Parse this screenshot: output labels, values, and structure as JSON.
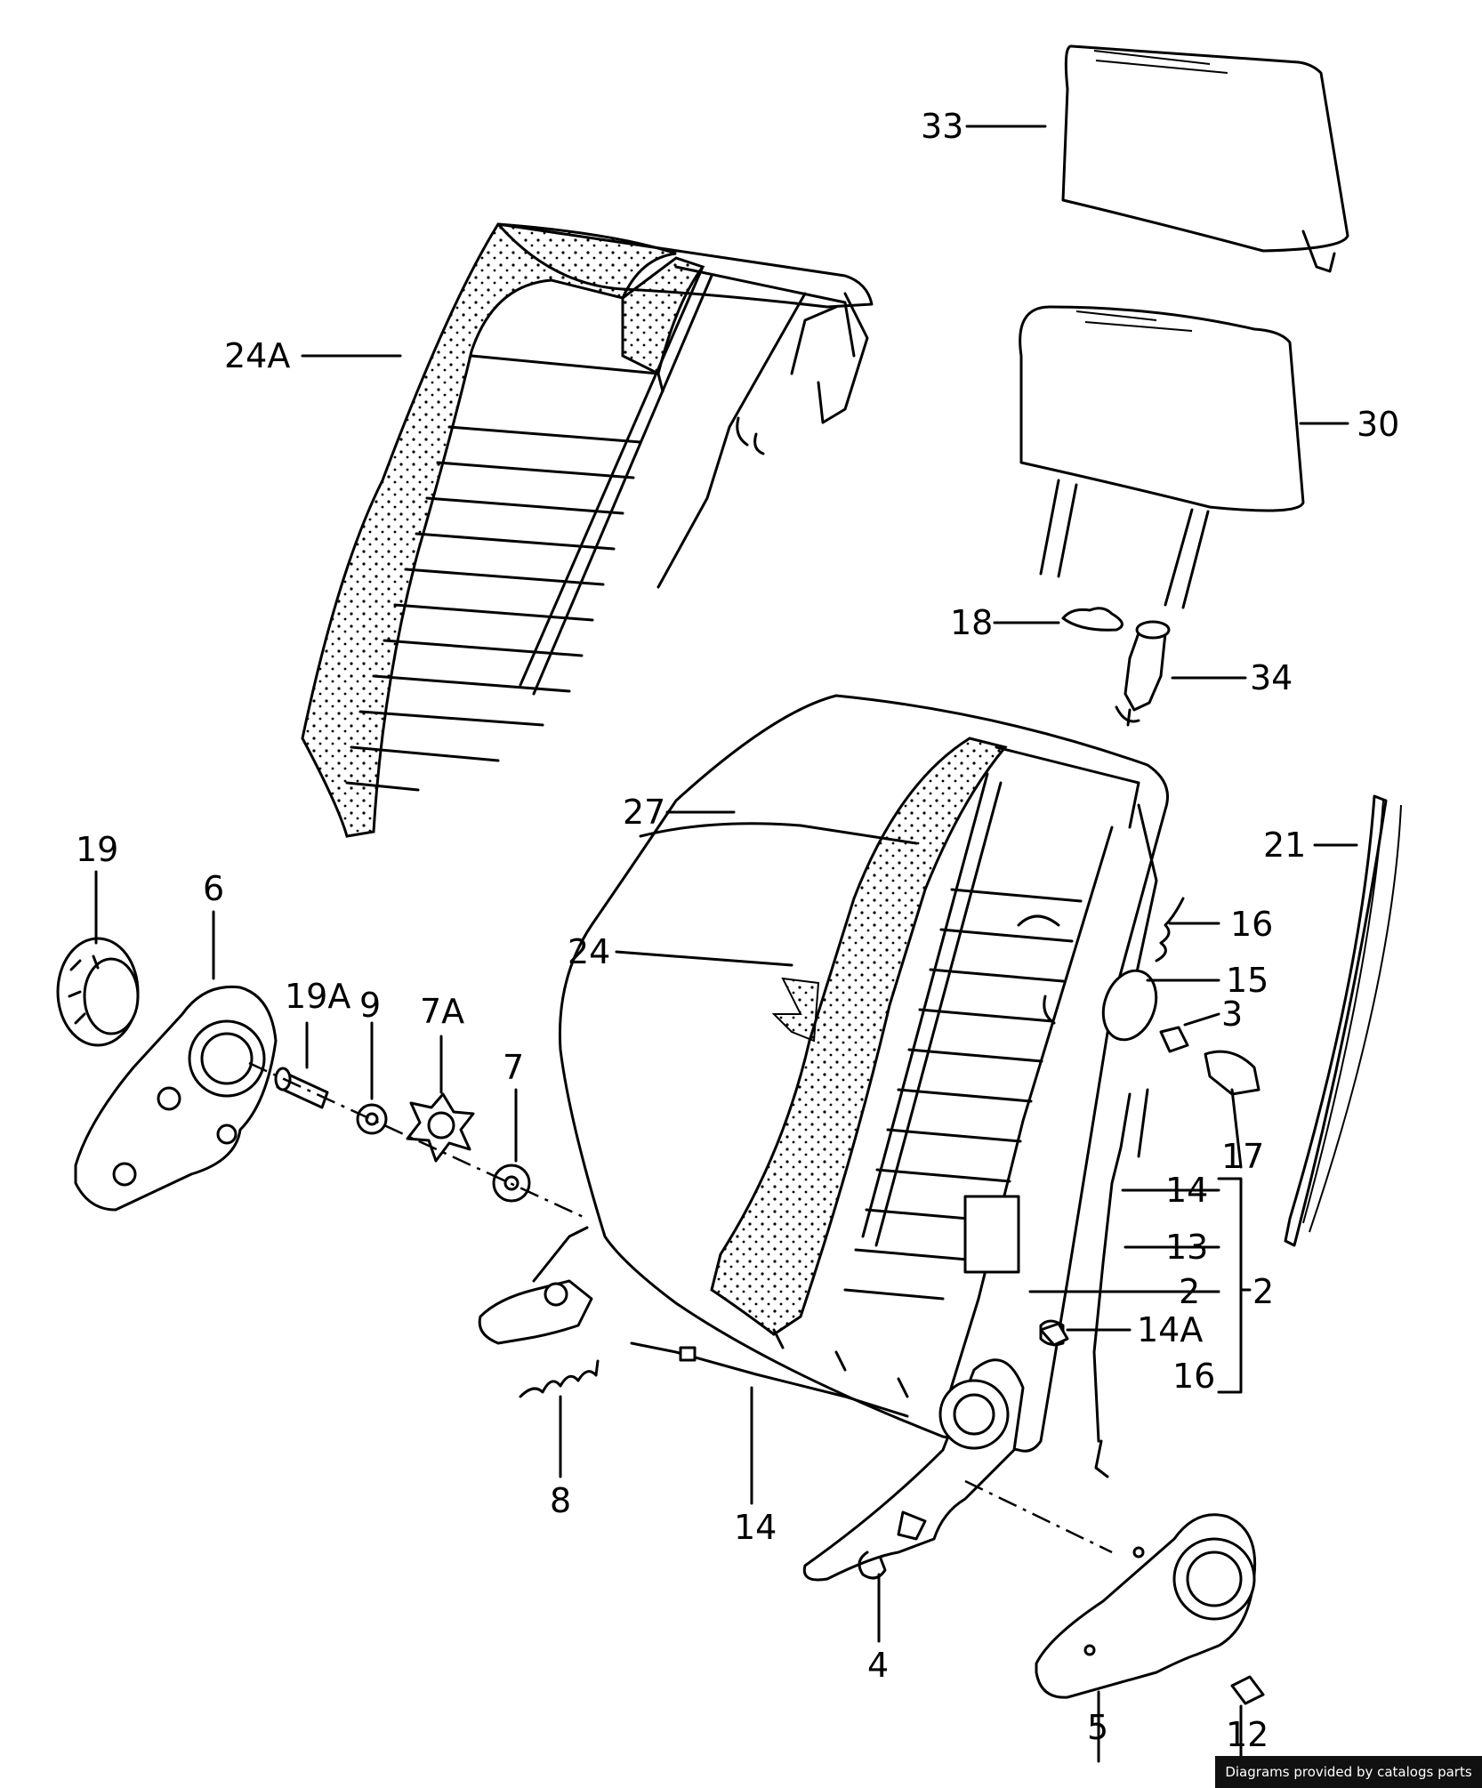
{
  "labels": {
    "p33": "33",
    "p30": "30",
    "p24A": "24A",
    "p18": "18",
    "p34": "34",
    "p27": "27",
    "p21": "21",
    "p19": "19",
    "p6": "6",
    "p16a": "16",
    "p24": "24",
    "p15": "15",
    "p19A": "19A",
    "p9": "9",
    "p7A": "7A",
    "p3": "3",
    "p7": "7",
    "p17": "17",
    "p14a": "14",
    "p13": "13",
    "p2a": "2",
    "p2b": "2",
    "p14A": "14A",
    "p16b": "16",
    "p8": "8",
    "p14b": "14",
    "p4": "4",
    "p5": "5",
    "p12": "12"
  },
  "credit": "Diagrams provided by catalogs parts"
}
